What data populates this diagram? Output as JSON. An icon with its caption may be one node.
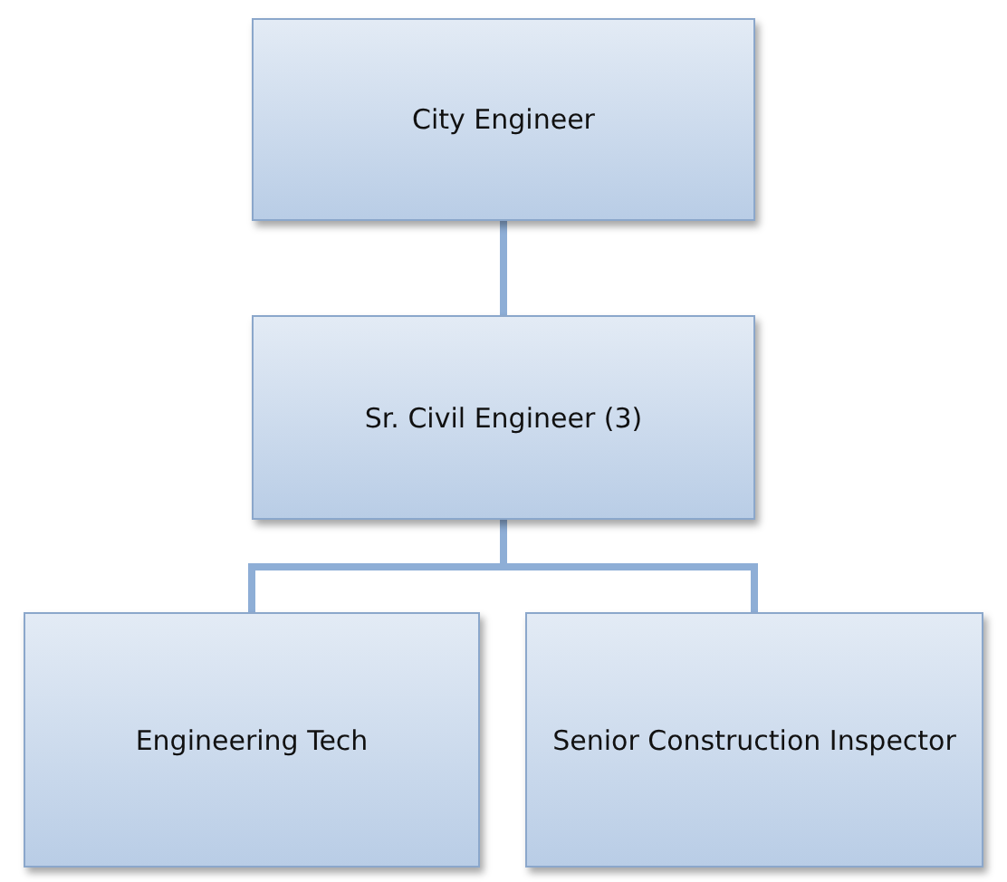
{
  "diagram": {
    "nodes": [
      {
        "text": [
          "City Engineer"
        ]
      },
      {
        "text": [
          "Sr. Civil Engineer (3)"
        ]
      },
      {
        "text": [
          "Engineering Tech"
        ]
      },
      {
        "text": [
          "Senior Construction Inspector"
        ]
      }
    ],
    "edges": [
      {
        "from": 0,
        "to": 1,
        "arrow": "none"
      },
      {
        "from": 1,
        "to": 2,
        "arrow": "none"
      },
      {
        "from": 1,
        "to": 3,
        "arrow": "none"
      }
    ]
  }
}
